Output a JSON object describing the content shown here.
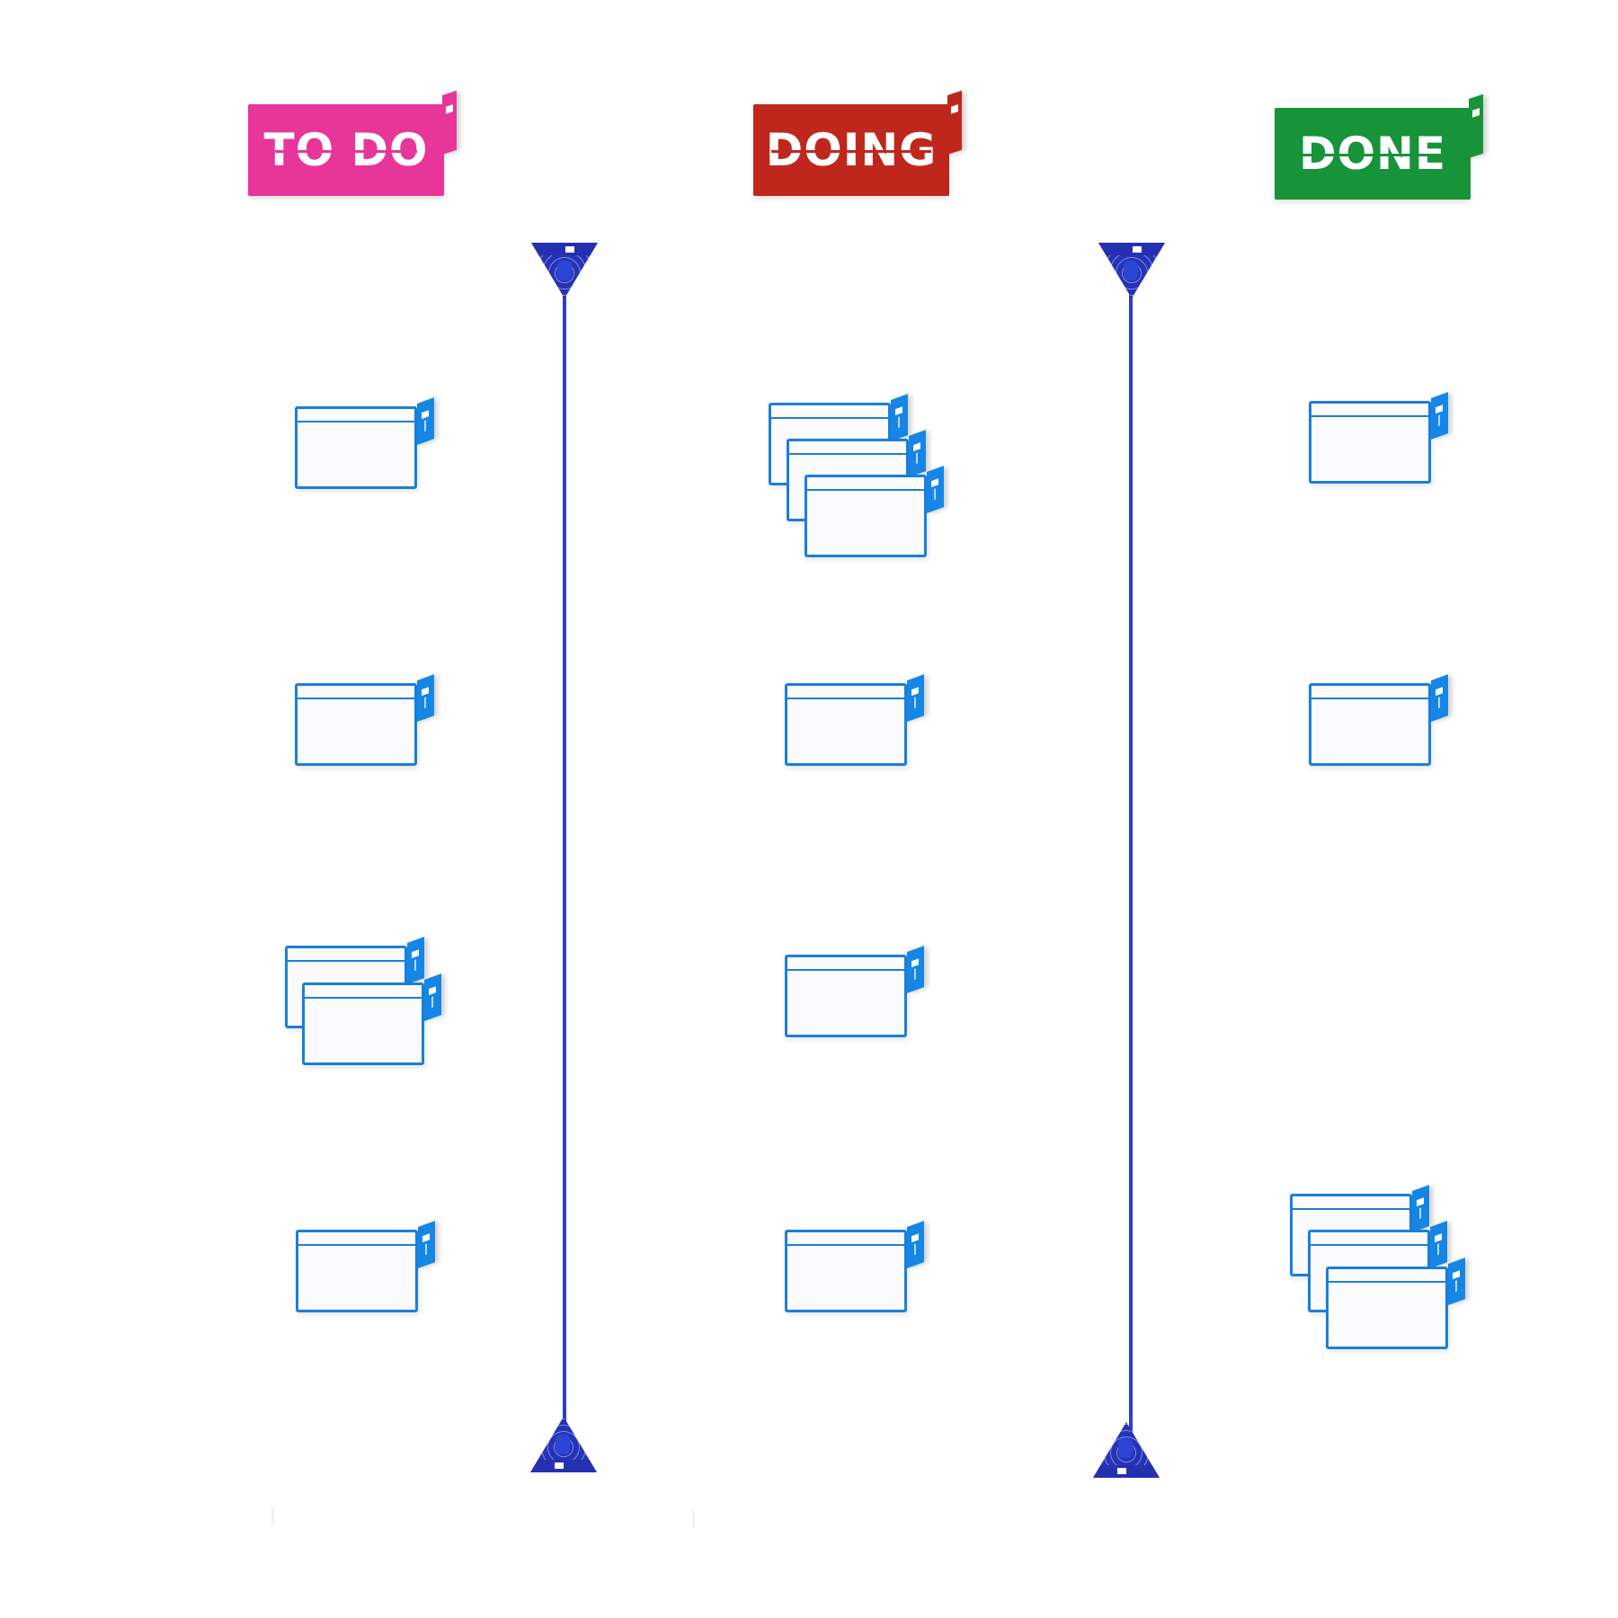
{
  "board": {
    "type": "kanban-whiteboard",
    "columns": [
      {
        "id": "todo",
        "label": "TO DO",
        "color": "#e8359a",
        "strike_color": "#e8359a",
        "card_groups": [
          {
            "count": 1
          },
          {
            "count": 1
          },
          {
            "count": 2
          },
          {
            "count": 1
          }
        ],
        "total_cards": 5
      },
      {
        "id": "doing",
        "label": "DOING",
        "color": "#c0271c",
        "strike_color": "#c0271c",
        "card_groups": [
          {
            "count": 3
          },
          {
            "count": 1
          },
          {
            "count": 1
          },
          {
            "count": 1
          }
        ],
        "total_cards": 6
      },
      {
        "id": "done",
        "label": "DONE",
        "color": "#17933a",
        "strike_color": "#17933a",
        "card_groups": [
          {
            "count": 1
          },
          {
            "count": 1
          },
          {
            "count": 3
          }
        ],
        "total_cards": 5
      }
    ],
    "dividers": [
      {
        "id": "divider-1",
        "color": "#2a3fc4"
      },
      {
        "id": "divider-2",
        "color": "#2a3fc4"
      }
    ]
  },
  "colors": {
    "background": "#ffffff",
    "card_border": "#1b7fd9",
    "card_tab": "#1586e6",
    "card_fill": "#fbfbfd",
    "pole": "#2a3fc4"
  }
}
